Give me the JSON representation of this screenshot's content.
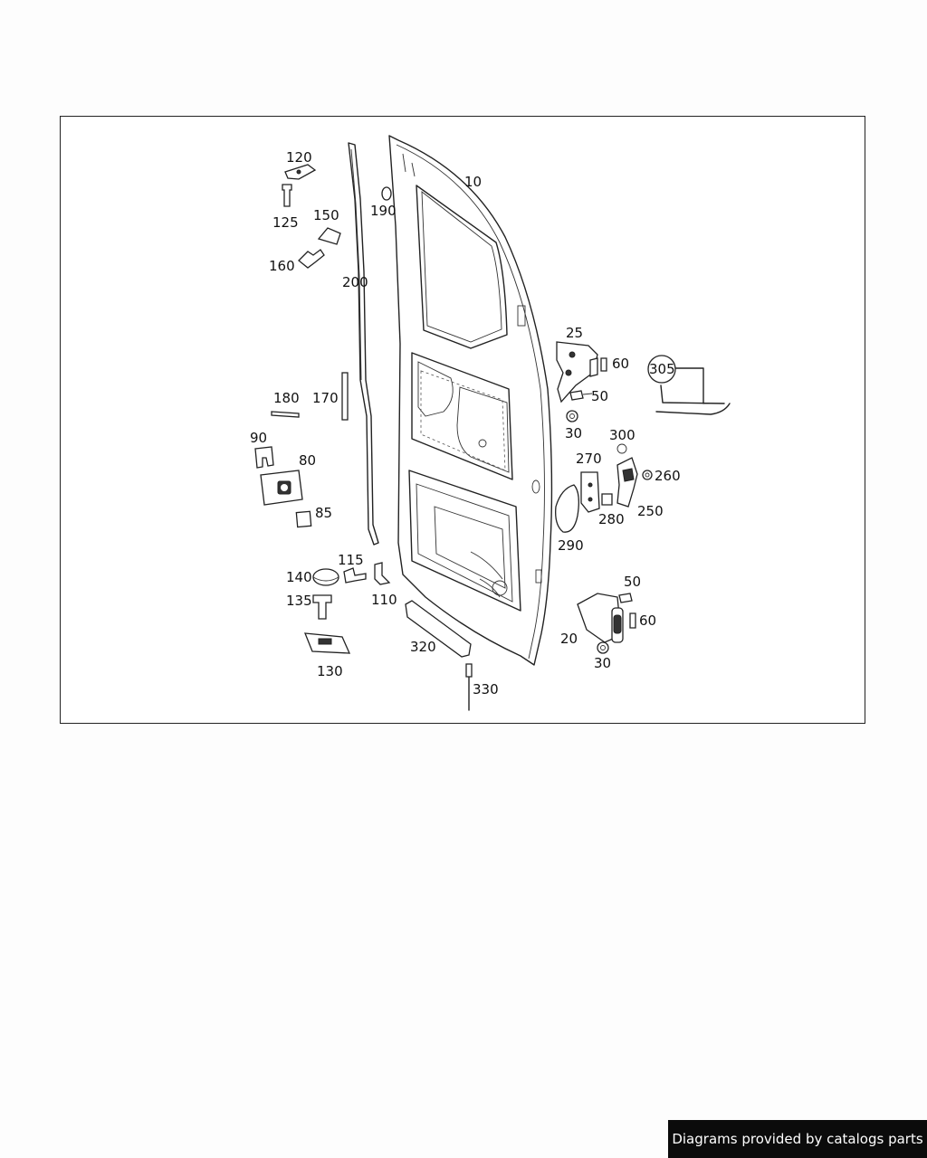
{
  "diagram": {
    "labels": {
      "p10": "10",
      "p20": "20",
      "p25": "25",
      "p30a": "30",
      "p30b": "30",
      "p50a": "50",
      "p50b": "50",
      "p60a": "60",
      "p60b": "60",
      "p80": "80",
      "p85": "85",
      "p90": "90",
      "p110": "110",
      "p115": "115",
      "p120": "120",
      "p125": "125",
      "p130": "130",
      "p135": "135",
      "p140": "140",
      "p150": "150",
      "p160": "160",
      "p170": "170",
      "p180": "180",
      "p190": "190",
      "p200": "200",
      "p250": "250",
      "p260": "260",
      "p270": "270",
      "p280": "280",
      "p290": "290",
      "p300": "300",
      "p305": "305",
      "p320": "320",
      "p330": "330"
    }
  },
  "footer": {
    "credit": "Diagrams provided by catalogs parts"
  }
}
